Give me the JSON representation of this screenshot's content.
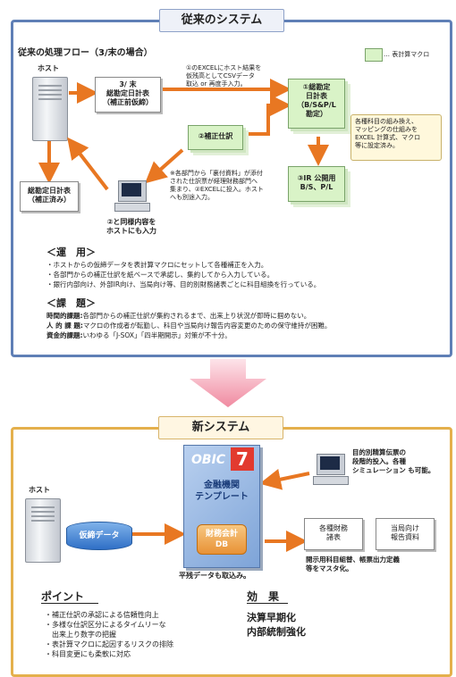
{
  "legacy": {
    "title": "従来のシステム",
    "flow_title": "従来の処理フロー（3/末の場合）",
    "legend_label": "… 表計算マクロ",
    "host_label": "ホスト",
    "doc_trial": [
      "3/ 末",
      "総勘定日計表",
      "（補正前仮締）"
    ],
    "note_csv": [
      "①のEXCELにホスト結果を",
      "仮残高としてCSVデータ",
      "取込 or 再度手入力。"
    ],
    "macro_trial": [
      "①総勘定",
      "日計表",
      "（B/S&P/L",
      "勘定）"
    ],
    "macro_correction": "②補正仕訳",
    "callout": [
      "各種科目の組み換え、",
      "マッピングの仕組みを",
      "EXCEL 計算式、マクロ",
      "等に設定済み。"
    ],
    "macro_ir": [
      "③IR 公開用",
      "B/S、P/L"
    ],
    "note_dept": [
      "※各部門から「裏付資料」が添付",
      "された仕訳票が経理財務部門へ",
      "集まり、②EXCELに投入。ホスト",
      "へも別途入力。"
    ],
    "doc_final": [
      "総勘定日計表",
      "（補正済み）"
    ],
    "pc_caption": [
      "②と同様内容を",
      "ホストにも入力"
    ],
    "ops_head": "＜運　用＞",
    "ops": [
      "・ホストからの仮締データを表計算マクロにセットして各種補正を入力。",
      "・各部門からの補正仕訳を紙ベースで承認し、集約してから入力している。",
      "・銀行内部向け、外部IR向け、当局向け等、目的別財務諸表ごとに科目組換を行っている。"
    ],
    "issues_head": "＜課　題＞",
    "issues": [
      {
        "label": "時間的課題:",
        "text": "各部門からの補正仕訳が集約されるまで、出来上り状況が即時に掴めない。"
      },
      {
        "label": "人 的 課 題:",
        "text": "マクロの作成者が転勤し、科目や当局向け報告内容変更のための保守維持が困難。"
      },
      {
        "label": "資金的課題:",
        "text": "いわゆる「J-SOX」「四半期開示」対策が不十分。"
      }
    ]
  },
  "new": {
    "title": "新システム",
    "host_label": "ホスト",
    "interim_data": "仮締データ",
    "obic_logo": "OBIC",
    "obic_num": "7",
    "template_title": [
      "金融機関",
      "テンプレート"
    ],
    "db_label": [
      "財務会計",
      "DB"
    ],
    "balance_note": "平残データも取込み。",
    "dept_note": [
      "目的別精算伝票の",
      "段階的投入。各種",
      "シミュレーション も可能。"
    ],
    "report_fin": [
      "各種財務",
      "諸表"
    ],
    "report_reg": [
      "当局向け",
      "報告資料"
    ],
    "output_note": [
      "開示用科目組替、帳票出力定義",
      "等をマスタ化。"
    ],
    "points_head": "ポイント",
    "points": [
      "・補正仕訳の承認による信頼性向上",
      "・多様な仕訳区分によるタイムリーな",
      "　出来上り数字の把握",
      "・表計算マクロに起因するリスクの排除",
      "・科目変更にも柔軟に対応"
    ],
    "effects_head": "効　果",
    "effects": [
      "決算早期化",
      "内部統制強化"
    ]
  },
  "colors": {
    "legacy_border": "#5f7fb6",
    "new_border": "#e4b04c",
    "arrow_orange": "#e87722",
    "macro_green": "#d9f3c7",
    "pink_arrow": "#f3a5b6"
  }
}
